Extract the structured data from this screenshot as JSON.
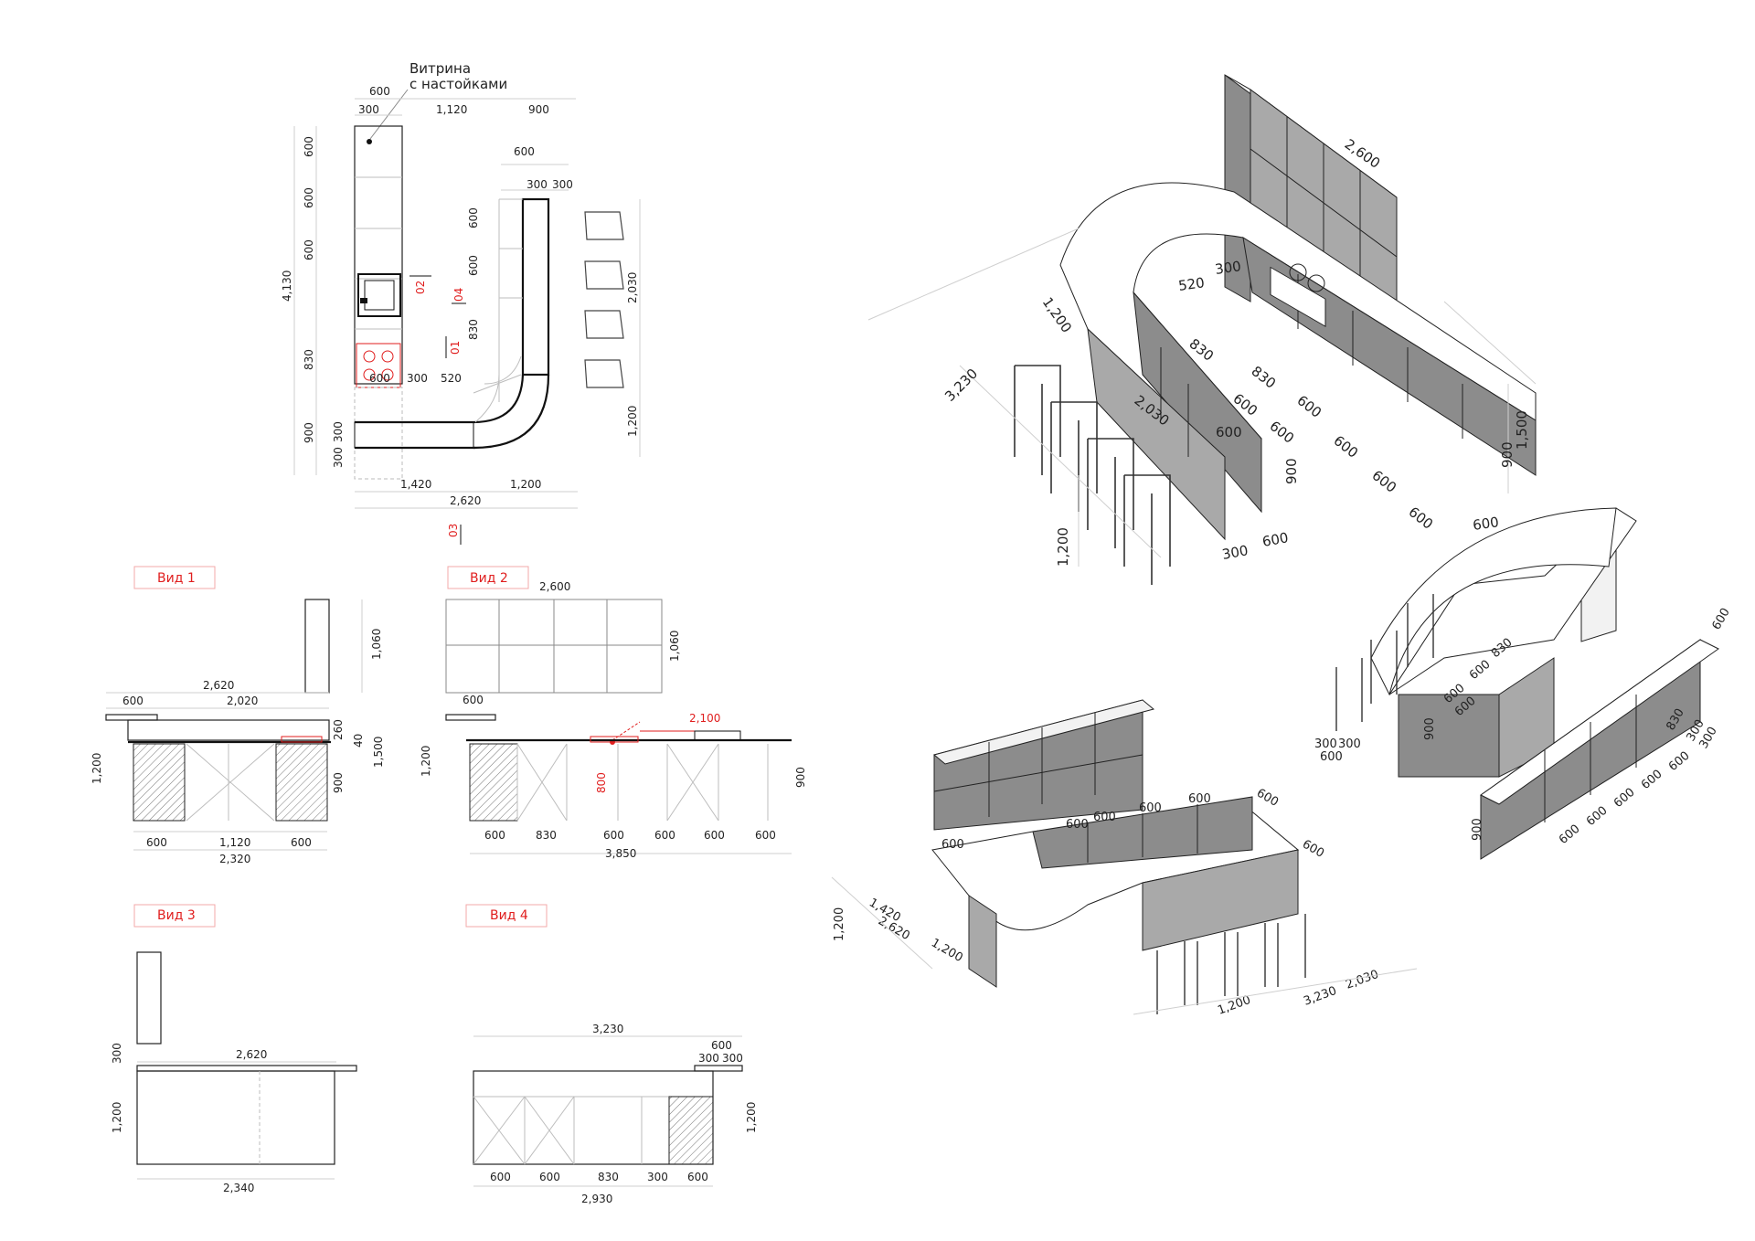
{
  "plan": {
    "note": "Витрина\nс настойками",
    "top_dims": [
      "600",
      "300",
      "1,120",
      "900",
      "600",
      "300",
      "300"
    ],
    "left_dims": [
      "600",
      "600",
      "600",
      "4,130",
      "830",
      "900",
      "300",
      "300"
    ],
    "inner_dims": [
      "600",
      "600",
      "830",
      "600",
      "300",
      "520"
    ],
    "right_dims": [
      "2,030",
      "1,200"
    ],
    "bottom_dims": [
      "1,420",
      "1,200",
      "2,620"
    ],
    "markers": [
      "01",
      "02",
      "03",
      "04"
    ]
  },
  "views": {
    "v1": {
      "label": "Вид 1",
      "dims": [
        "2,620",
        "600",
        "2,020",
        "1,060",
        "260",
        "40",
        "1,500",
        "1,200",
        "900",
        "600",
        "1,120",
        "600",
        "2,320"
      ]
    },
    "v2": {
      "label": "Вид 2",
      "dims": [
        "2,600",
        "1,060",
        "600",
        "2,100",
        "1,200",
        "800",
        "900",
        "600",
        "830",
        "600",
        "600",
        "600",
        "600",
        "3,850"
      ]
    },
    "v3": {
      "label": "Вид 3",
      "dims": [
        "2,620",
        "300",
        "1,200",
        "2,340"
      ]
    },
    "v4": {
      "label": "Вид 4",
      "dims": [
        "3,230",
        "600",
        "300",
        "300",
        "1,200",
        "600",
        "600",
        "830",
        "300",
        "600",
        "2,930"
      ]
    }
  },
  "iso1": {
    "dims": [
      "2,600",
      "1,200",
      "3,230",
      "520",
      "300",
      "830",
      "2,030",
      "830",
      "600",
      "600",
      "600",
      "600",
      "600",
      "600",
      "600",
      "600",
      "1,500",
      "900",
      "900",
      "600",
      "1,200",
      "300",
      "600"
    ]
  },
  "iso2": {
    "dims": [
      "600",
      "830",
      "600",
      "600",
      "600",
      "900",
      "300",
      "300",
      "600",
      "830",
      "300",
      "300",
      "900",
      "600",
      "600",
      "600",
      "600",
      "600"
    ]
  },
  "iso3": {
    "dims": [
      "600",
      "600",
      "600",
      "600",
      "600",
      "600",
      "600",
      "1,420",
      "2,620",
      "1,200",
      "1,200",
      "1,200",
      "3,230",
      "2,030"
    ]
  },
  "colors": {
    "accent": "#e01e1e",
    "cabinet": "#8c8c8c",
    "line": "#222222"
  }
}
